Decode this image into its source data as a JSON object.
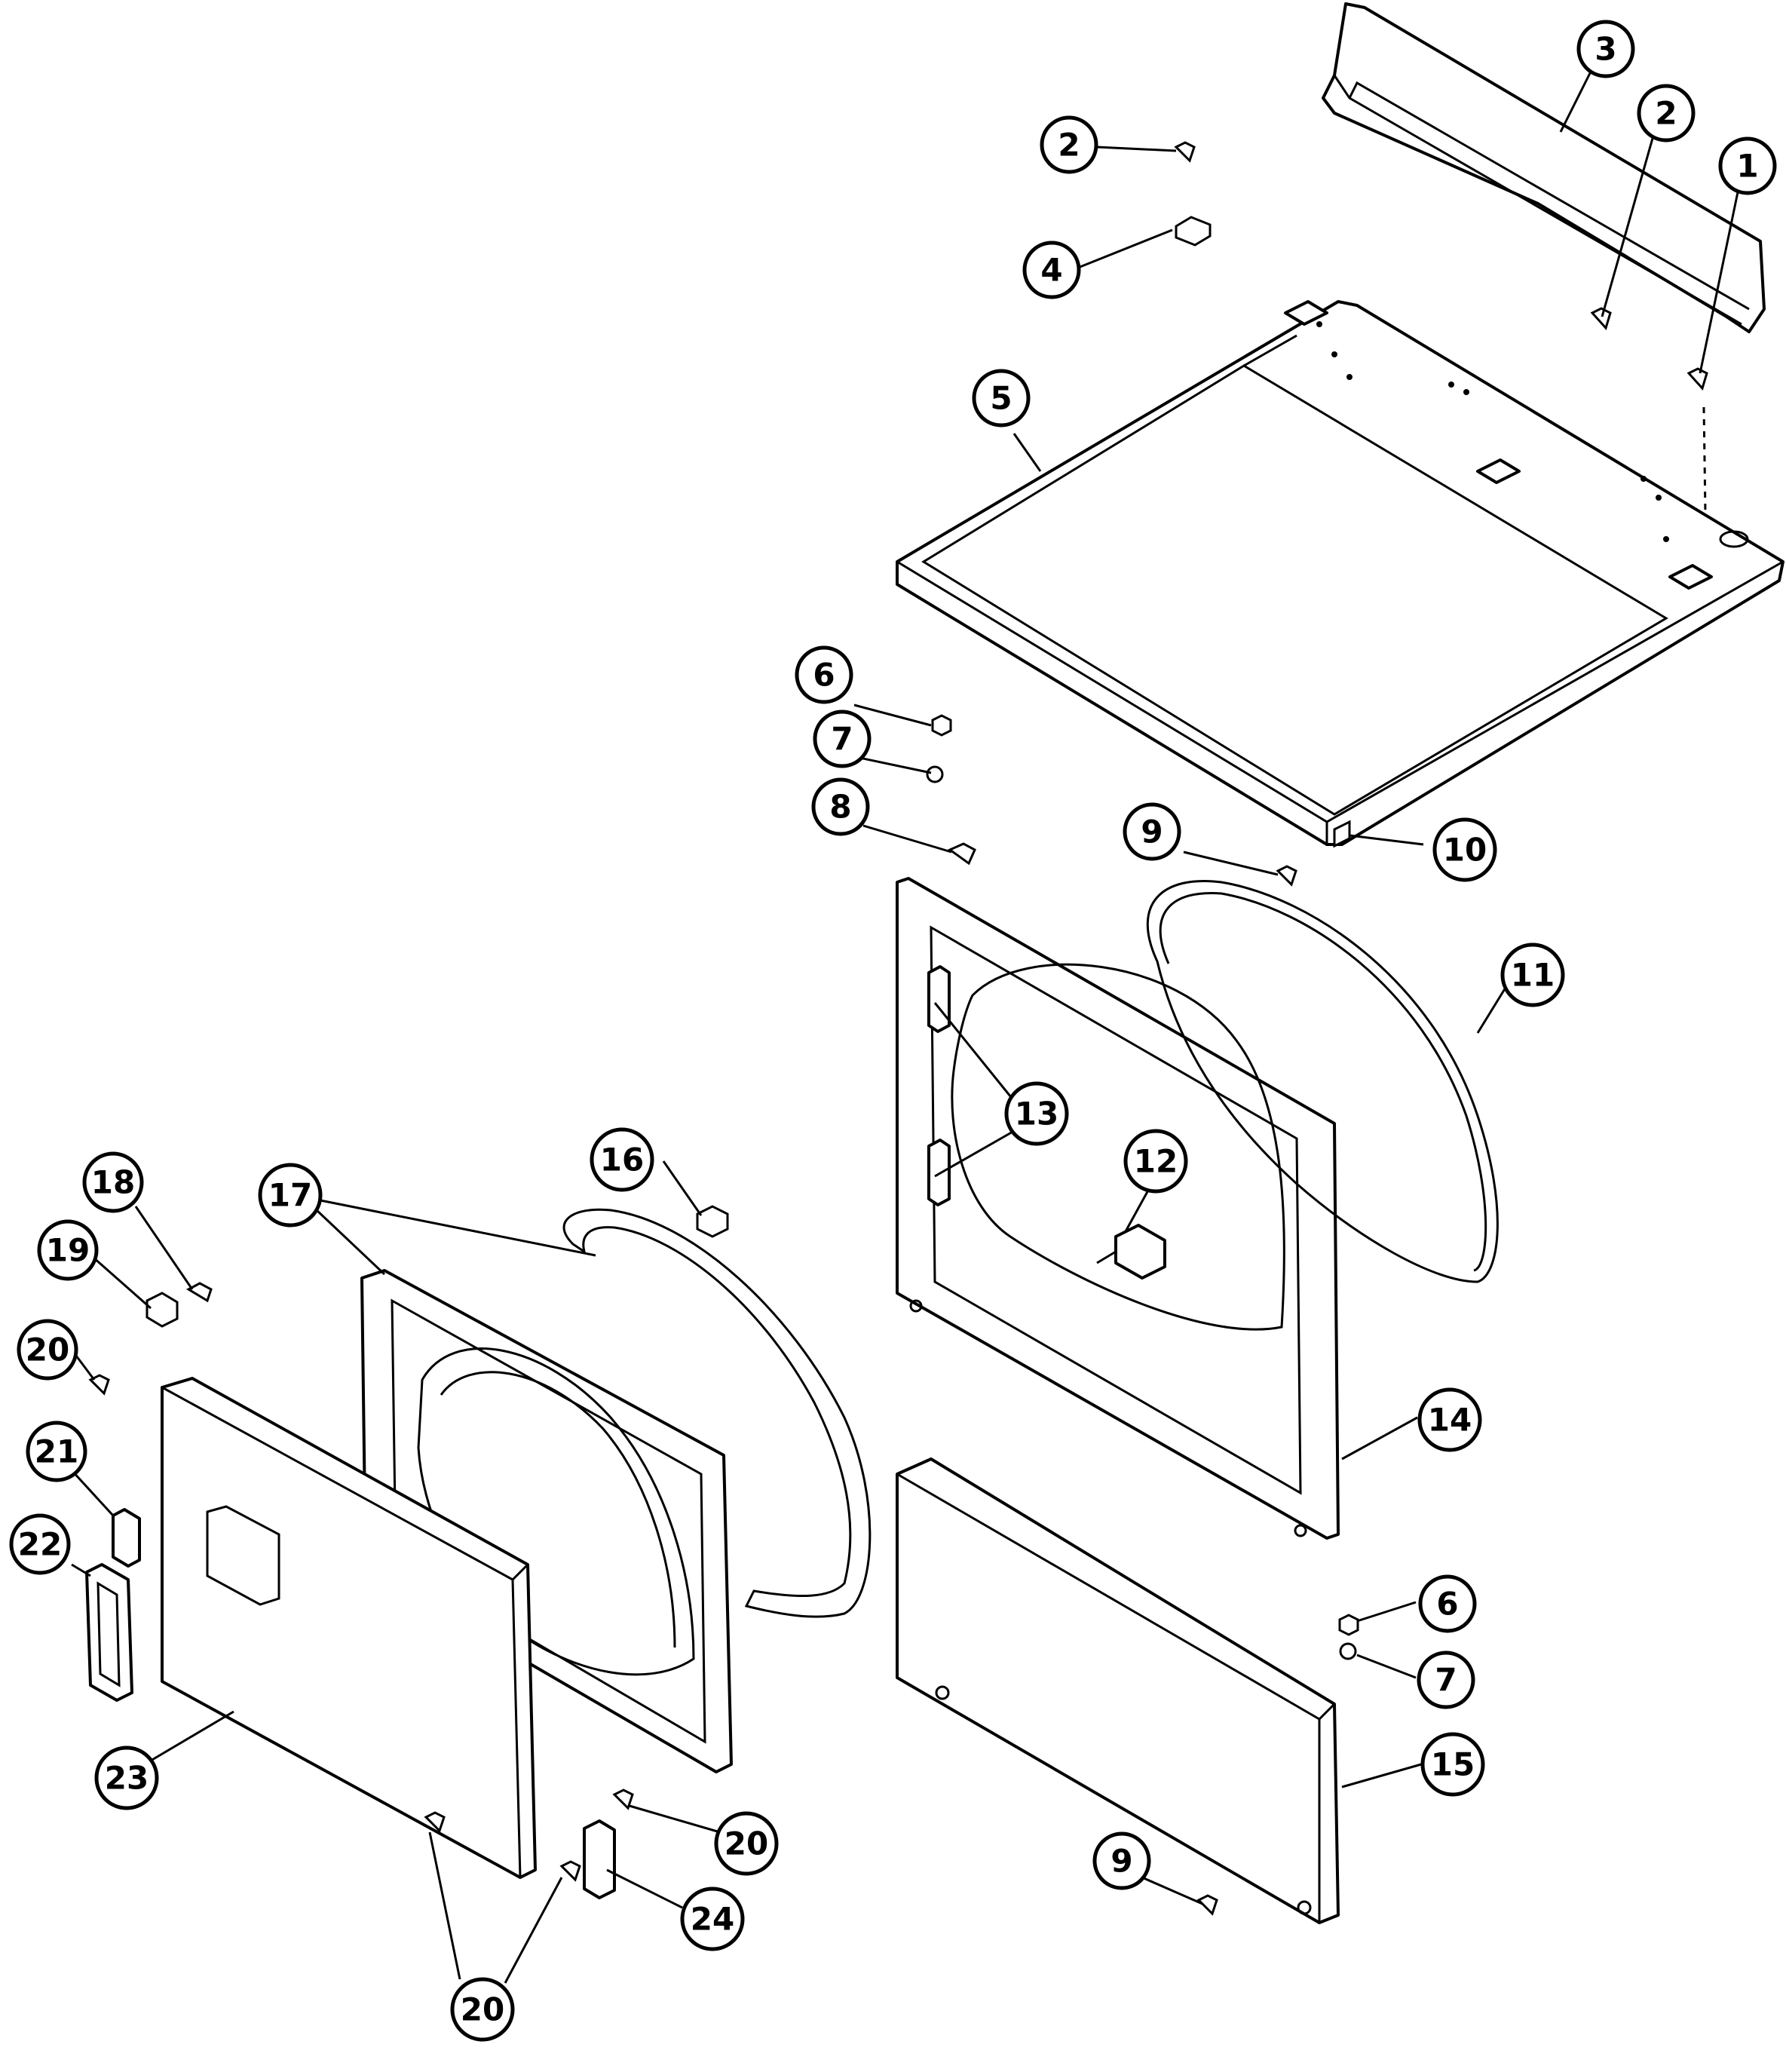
{
  "callouts": [
    {
      "id": "c1",
      "label": "1"
    },
    {
      "id": "c2a",
      "label": "2"
    },
    {
      "id": "c2b",
      "label": "2"
    },
    {
      "id": "c3",
      "label": "3"
    },
    {
      "id": "c4",
      "label": "4"
    },
    {
      "id": "c5",
      "label": "5"
    },
    {
      "id": "c6a",
      "label": "6"
    },
    {
      "id": "c7a",
      "label": "7"
    },
    {
      "id": "c8",
      "label": "8"
    },
    {
      "id": "c9a",
      "label": "9"
    },
    {
      "id": "c10",
      "label": "10"
    },
    {
      "id": "c11",
      "label": "11"
    },
    {
      "id": "c12",
      "label": "12"
    },
    {
      "id": "c13",
      "label": "13"
    },
    {
      "id": "c14",
      "label": "14"
    },
    {
      "id": "c15",
      "label": "15"
    },
    {
      "id": "c6b",
      "label": "6"
    },
    {
      "id": "c7b",
      "label": "7"
    },
    {
      "id": "c9b",
      "label": "9"
    },
    {
      "id": "c16",
      "label": "16"
    },
    {
      "id": "c17",
      "label": "17"
    },
    {
      "id": "c18",
      "label": "18"
    },
    {
      "id": "c19",
      "label": "19"
    },
    {
      "id": "c20a",
      "label": "20"
    },
    {
      "id": "c21",
      "label": "21"
    },
    {
      "id": "c22",
      "label": "22"
    },
    {
      "id": "c23",
      "label": "23"
    },
    {
      "id": "c20b",
      "label": "20"
    },
    {
      "id": "c24",
      "label": "24"
    },
    {
      "id": "c20c",
      "label": "20"
    }
  ]
}
